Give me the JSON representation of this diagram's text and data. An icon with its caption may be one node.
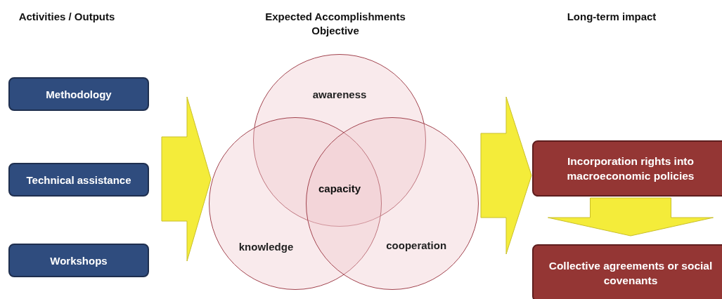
{
  "diagram": {
    "nodes": [
      {
        "text": [
          "Methodology"
        ]
      },
      {
        "text": [
          "Technical assistance"
        ]
      },
      {
        "text": [
          "Workshops"
        ]
      },
      {
        "text": [
          "awareness"
        ]
      },
      {
        "text": [
          "knowledge"
        ]
      },
      {
        "text": [
          "cooperation"
        ]
      },
      {
        "text": [
          "Incorporation rights into macroeconomic policies"
        ]
      },
      {
        "text": [
          "Collective agreements or social covenants"
        ]
      }
    ],
    "edges": [
      {
        "from": 0,
        "to": 4,
        "arrow": "to"
      },
      {
        "from": 1,
        "to": 4,
        "arrow": "to"
      },
      {
        "from": 2,
        "to": 4,
        "arrow": "to"
      },
      {
        "from": 5,
        "to": 6,
        "arrow": "to"
      },
      {
        "from": 6,
        "to": 7,
        "arrow": "to"
      }
    ],
    "labels": [
      "Activities / Outputs",
      "Expected Accomplishments Objective",
      "Long-term impact",
      "capacity"
    ]
  }
}
